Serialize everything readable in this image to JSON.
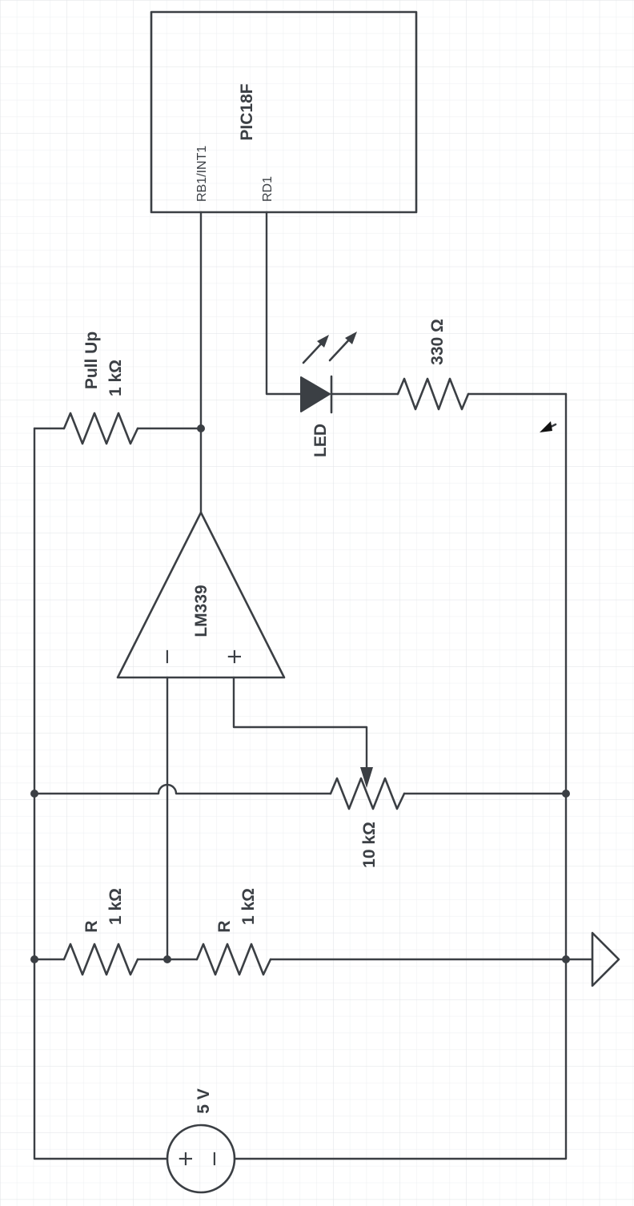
{
  "diagram": {
    "mcu": {
      "name": "PIC18F",
      "pin_int": "RB1/INT1",
      "pin_out": "RD1"
    },
    "comparator": {
      "name": "LM339",
      "minus": "−",
      "plus": "+"
    },
    "pullup": {
      "title": "Pull Up",
      "value": "1 kΩ"
    },
    "led": {
      "label": "LED"
    },
    "r_led": {
      "value": "330 Ω"
    },
    "pot": {
      "value": "10 kΩ"
    },
    "r_left": {
      "name": "R",
      "value": "1 kΩ"
    },
    "r_right": {
      "name": "R",
      "value": "1 kΩ"
    },
    "source": {
      "value": "5 V",
      "plus": "+",
      "minus": "−"
    },
    "colors": {
      "ink": "#3b3f44",
      "grid_minor": "#eceef1",
      "grid_major": "#dfe2e6",
      "background": "#ffffff"
    },
    "icons": [
      "ground-icon",
      "cursor-arrow-icon",
      "light-emission-arrows-icon"
    ]
  }
}
